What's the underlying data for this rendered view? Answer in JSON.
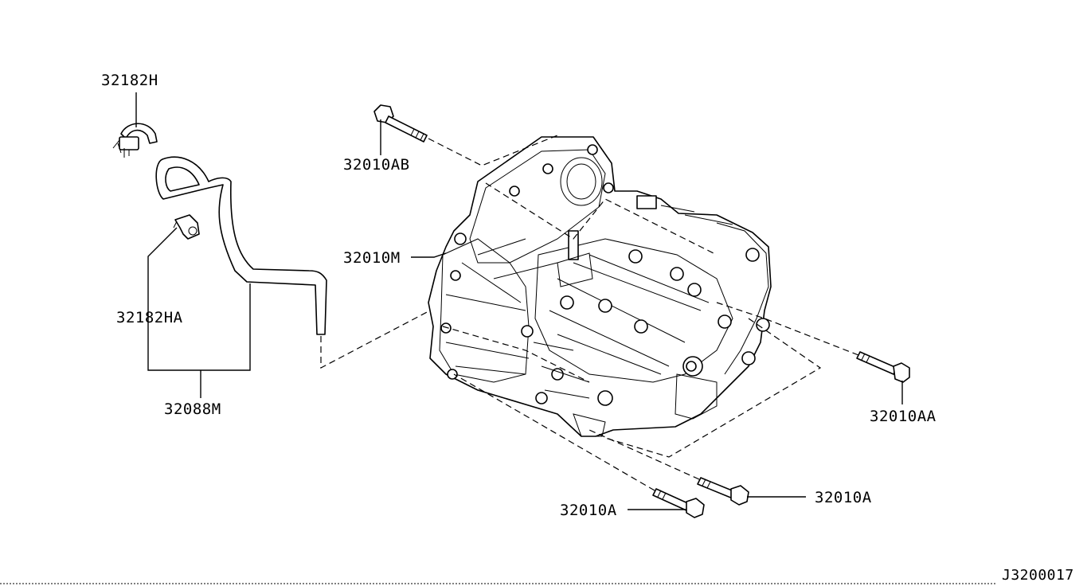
{
  "diagram": {
    "labels": {
      "p_32182H": "32182H",
      "p_32010AB": "32010AB",
      "p_32010M": "32010M",
      "p_32182HA": "32182HA",
      "p_32088M": "32088M",
      "p_32010AA": "32010AA",
      "p_32010A_right": "32010A",
      "p_32010A_left": "32010A"
    },
    "figure_code": "J3200017"
  }
}
